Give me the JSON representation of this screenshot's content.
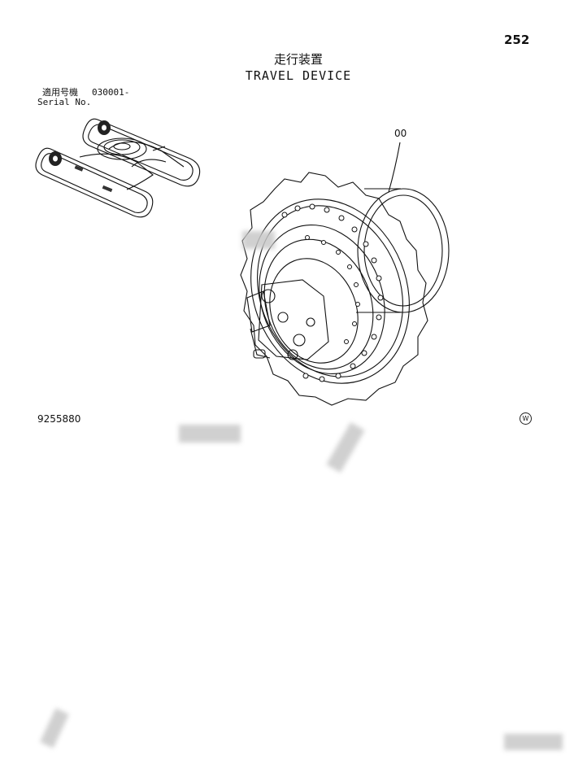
{
  "page_number": "252",
  "title_jp": "走行装置",
  "title_en": "TRAVEL DEVICE",
  "serial_label_jp": "適用号機",
  "serial_value": "030001-",
  "serial_label_en": "Serial No.",
  "part_callout": "00",
  "document_code": "9255880",
  "corner_mark": "W",
  "icons": [
    "crawler-undercarriage-thumbnail",
    "travel-device-drawing"
  ]
}
